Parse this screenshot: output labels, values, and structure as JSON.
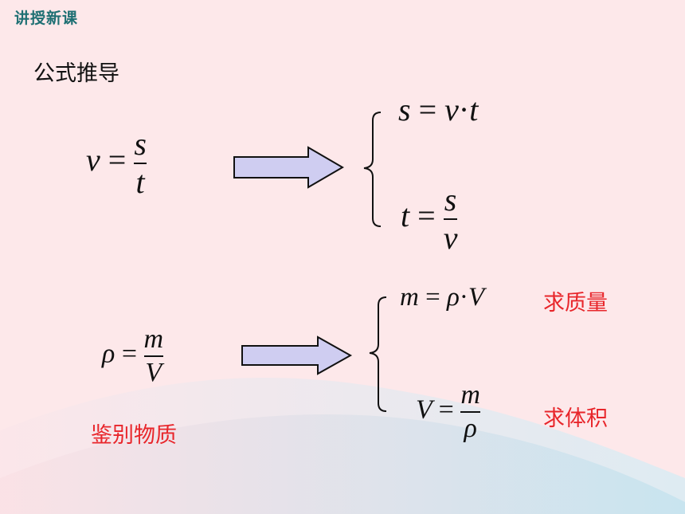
{
  "slide": {
    "header": "讲授新课",
    "subtitle": "公式推导",
    "velocity": {
      "given": {
        "lhs": "v",
        "eq": "=",
        "num": "s",
        "den": "t"
      },
      "derived_distance": {
        "lhs": "s",
        "eq": "=",
        "a": "v",
        "dot": "·",
        "b": "t"
      },
      "derived_time": {
        "lhs": "t",
        "eq": "=",
        "num": "s",
        "den": "v"
      }
    },
    "density": {
      "given": {
        "lhs": "ρ",
        "eq": "=",
        "num": "m",
        "den": "V"
      },
      "derived_mass": {
        "lhs": "m",
        "eq": "=",
        "a": "ρ",
        "dot": "·",
        "b": "V"
      },
      "derived_volume": {
        "lhs": "V",
        "eq": "=",
        "num": "m",
        "den": "ρ"
      },
      "note_mass": "求质量",
      "note_volume": "求体积",
      "note_identify": "鉴别物质"
    },
    "colors": {
      "accent": "#e8262b",
      "header": "#1e6f73",
      "arrow_fill": "#cfcdf1"
    }
  }
}
